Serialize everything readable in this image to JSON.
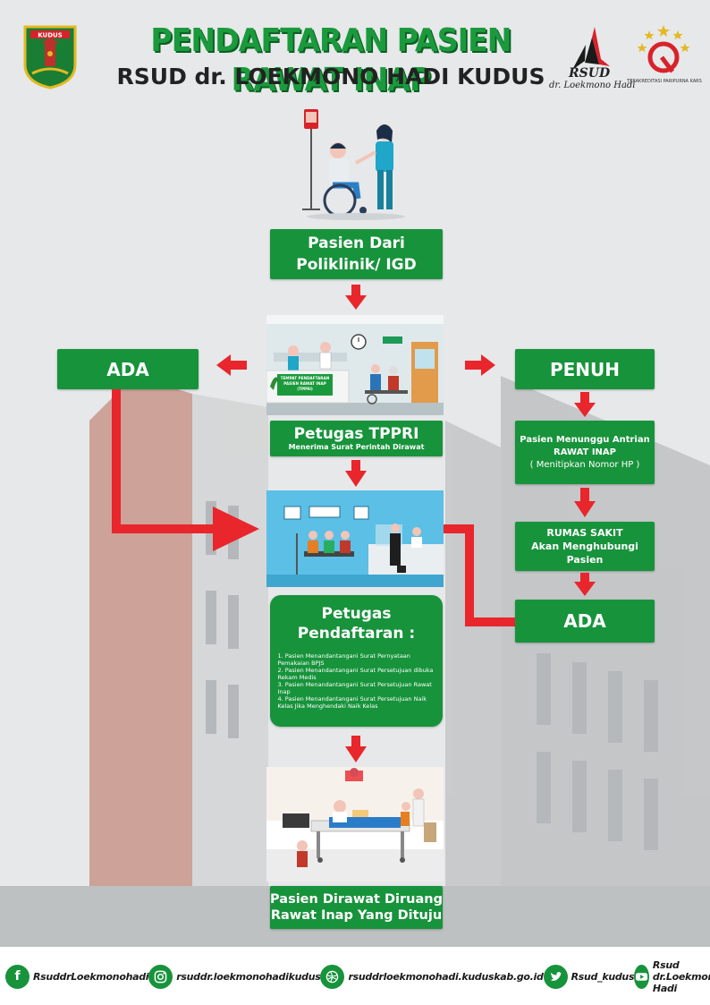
{
  "header": {
    "title": "PENDAFTARAN PASIEN RAWAT INAP",
    "subtitle": "RSUD dr. LOEKMONO HADI KUDUS",
    "crest_label": "KUDUS",
    "rsud_logo_text": "RSUD",
    "rsud_logo_sub": "dr. Loekmono Hadi",
    "kars_text": "TERAKREDITASI PARIPURNA KARS"
  },
  "flow": {
    "poliklinik": "Pasien Dari Poliklinik/ IGD",
    "ada_left": "ADA",
    "penuh": "PENUH",
    "tppri_title": "Petugas TPPRI",
    "tppri_sub": "Menerima Surat Perintah Dirawat",
    "tppri_sign": "TEMPAT PENDAFTARAN PASIEN RAWAT INAP (TPPRI)",
    "antrian_line1": "Pasien Menunggu Antrian",
    "antrian_line2": "RAWAT INAP",
    "antrian_line3": "( Menitipkan Nomor HP )",
    "rumah_sakit_line1": "RUMAS SAKIT",
    "rumah_sakit_line2": "Akan Menghubungi Pasien",
    "ada_right": "ADA",
    "pendaftaran_title": "Petugas Pendaftaran :",
    "pendaftaran_steps": [
      "1.  Pasien Menandantangani Surat Pernyataan Pemakaian BPJS",
      "2.  Pasien Menandantangani Surat Persetujuan dibuka Rekam Medis",
      "3.  Pasien Menandantangani Surat Persetujuan Rawat Inap",
      "4.  Pasien Menandantangani Surat Persetujuan Naik Kelas Jika Menghendaki Naik Kelas"
    ],
    "dirawat_line1": "Pasien Dirawat Diruang",
    "dirawat_line2": "Rawat Inap Yang Dituju"
  },
  "footer": {
    "facebook": "RsuddrLoekmonohadi",
    "instagram": "rsuddr.loekmonohadikudus",
    "website": "rsuddrloekmonohadi.kuduskab.go.id",
    "twitter": "Rsud_kudus",
    "youtube": "Rsud dr.Loekmono Hadi"
  },
  "colors": {
    "green": "#17933b",
    "dark_green": "#0b5e22",
    "arrow_red": "#e8262b",
    "panel_blue": "#5bbfe6"
  }
}
